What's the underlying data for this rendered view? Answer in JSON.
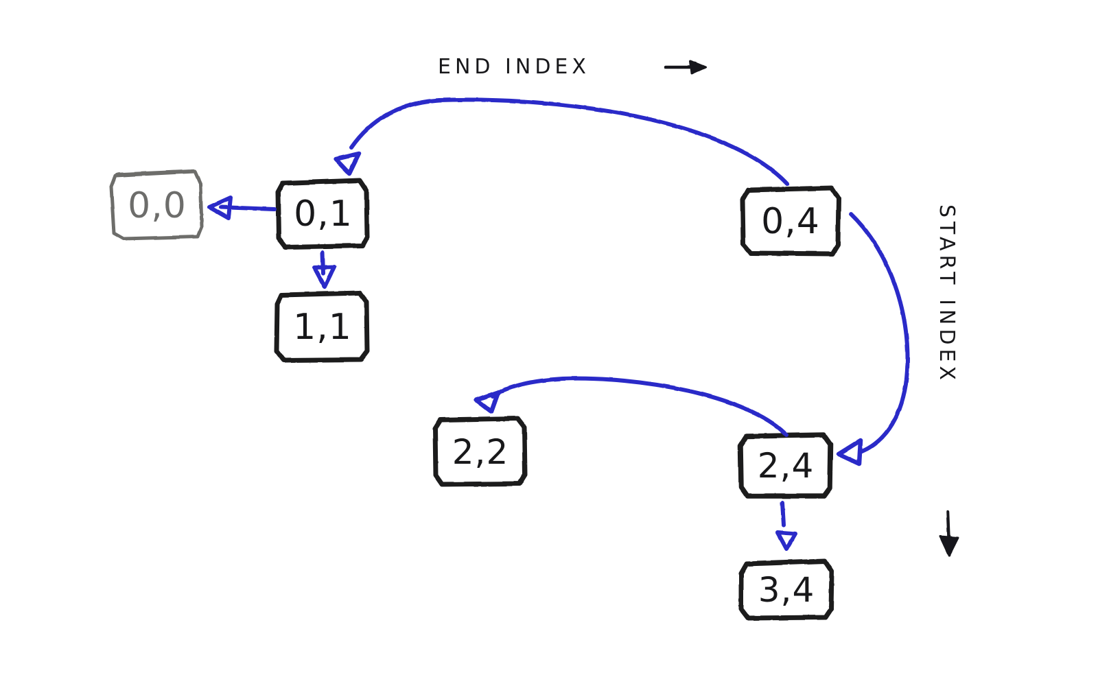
{
  "diagram": {
    "title": "recursion-memo-grid-sketch",
    "style": "hand-drawn whiteboard sketch",
    "colors": {
      "ink_black": "#1a1a1c",
      "ink_gray": "#6d6d6b",
      "arrow_blue": "#2b2bc8",
      "background": "#ffffff"
    },
    "axes": [
      {
        "id": "end-index",
        "label": "END INDEX",
        "arrow": "→",
        "orientation": "horizontal"
      },
      {
        "id": "start-index",
        "label": "START INDEX",
        "arrow": "↓",
        "orientation": "vertical"
      }
    ],
    "nodes": [
      {
        "id": "n00",
        "label": "0,0",
        "tone": "dim"
      },
      {
        "id": "n01",
        "label": "0,1",
        "tone": "bold"
      },
      {
        "id": "n11",
        "label": "1,1",
        "tone": "bold"
      },
      {
        "id": "n04",
        "label": "0,4",
        "tone": "bold"
      },
      {
        "id": "n22",
        "label": "2,2",
        "tone": "bold"
      },
      {
        "id": "n24",
        "label": "2,4",
        "tone": "bold"
      },
      {
        "id": "n34",
        "label": "3,4",
        "tone": "bold"
      }
    ],
    "edges": [
      {
        "id": "e-01-00",
        "from": "0,1",
        "to": "0,0",
        "shape": "straight-left"
      },
      {
        "id": "e-01-11",
        "from": "0,1",
        "to": "1,1",
        "shape": "straight-down"
      },
      {
        "id": "e-04-01",
        "from": "0,4",
        "to": "0,1",
        "shape": "arc-over-top"
      },
      {
        "id": "e-04-24",
        "from": "0,4",
        "to": "2,4",
        "shape": "arc-right-side"
      },
      {
        "id": "e-24-22",
        "from": "2,4",
        "to": "2,2",
        "shape": "arc-over-middle"
      },
      {
        "id": "e-24-34",
        "from": "2,4",
        "to": "3,4",
        "shape": "straight-down"
      }
    ]
  }
}
